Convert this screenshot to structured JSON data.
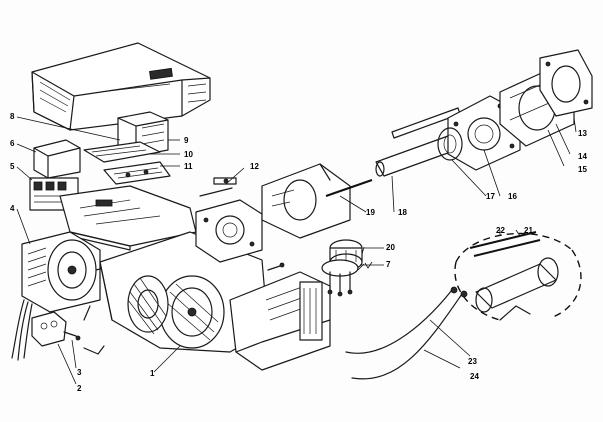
{
  "diagram": {
    "callouts": [
      {
        "id": "1",
        "text": "1"
      },
      {
        "id": "2",
        "text": "2"
      },
      {
        "id": "3",
        "text": "3"
      },
      {
        "id": "4",
        "text": "4"
      },
      {
        "id": "5",
        "text": "5"
      },
      {
        "id": "6",
        "text": "6"
      },
      {
        "id": "7",
        "text": "7"
      },
      {
        "id": "8",
        "text": "8"
      },
      {
        "id": "9",
        "text": "9"
      },
      {
        "id": "10",
        "text": "10"
      },
      {
        "id": "11",
        "text": "11"
      },
      {
        "id": "12",
        "text": "12"
      },
      {
        "id": "13",
        "text": "13"
      },
      {
        "id": "14",
        "text": "14"
      },
      {
        "id": "15",
        "text": "15"
      },
      {
        "id": "16",
        "text": "16"
      },
      {
        "id": "17",
        "text": "17"
      },
      {
        "id": "18",
        "text": "18"
      },
      {
        "id": "19",
        "text": "19"
      },
      {
        "id": "20",
        "text": "20"
      },
      {
        "id": "21",
        "text": "21"
      },
      {
        "id": "22",
        "text": "22"
      },
      {
        "id": "23",
        "text": "23"
      },
      {
        "id": "24",
        "text": "24"
      }
    ]
  }
}
